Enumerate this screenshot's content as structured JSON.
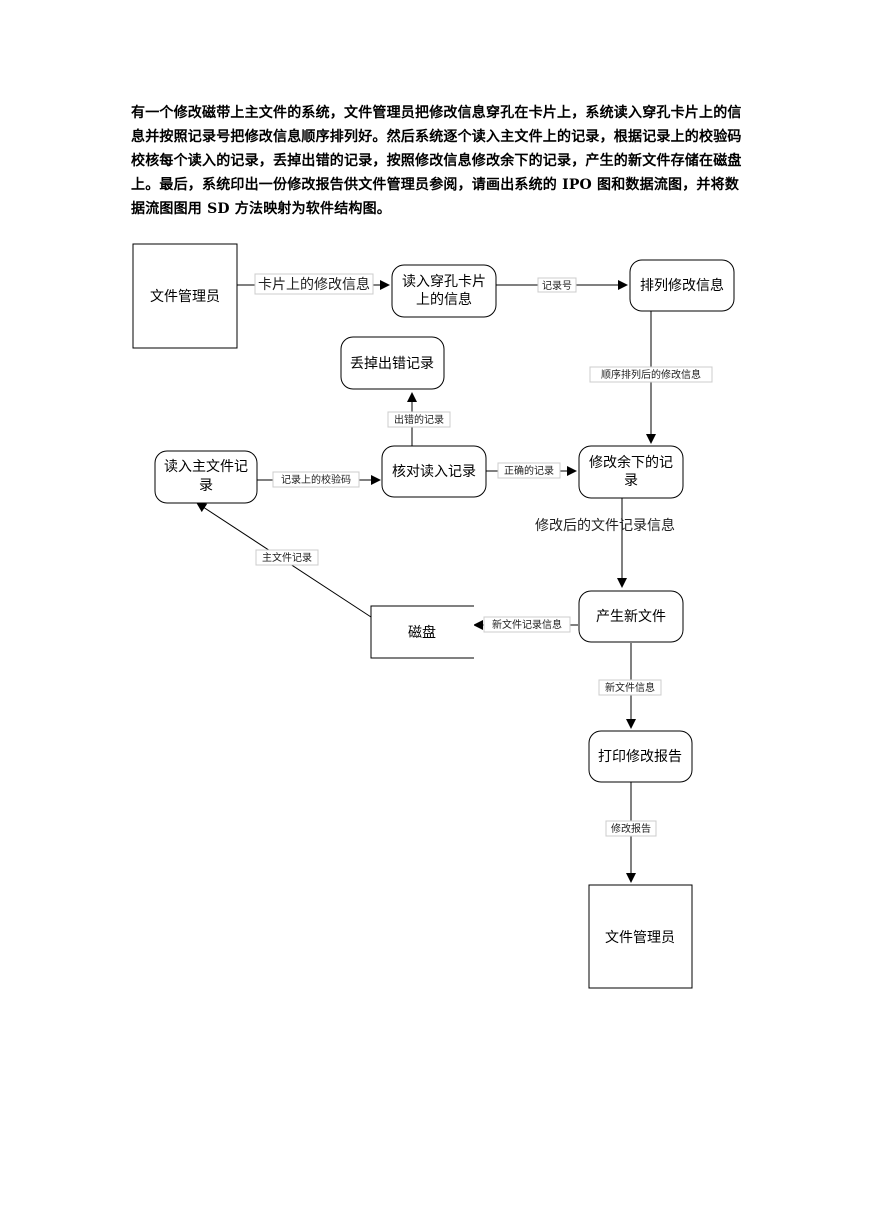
{
  "question": "有一个修改磁带上主文件的系统，文件管理员把修改信息穿孔在卡片上，系统读入穿孔卡片上的信息并按照记录号把修改信息顺序排列好。然后系统逐个读入主文件上的记录，根据记录上的校验码校核每个读入的记录，丢掉出错的记录，按照修改信息修改余下的记录，产生的新文件存储在磁盘上。最后，系统印出一份修改报告供文件管理员参阅，请画出系统的 IPO 图和数据流图，并将数据流图图用 SD 方法映射为软件结构图。",
  "nodes": {
    "admin_top": "文件管理员",
    "read_card_1": "读入穿孔卡片",
    "read_card_2": "上的信息",
    "sort": "排列修改信息",
    "discard": "丢掉出错记录",
    "read_master_1": "读入主文件记",
    "read_master_2": "录",
    "verify": "核对读入记录",
    "modify_1": "修改余下的记",
    "modify_2": "录",
    "newfile": "产生新文件",
    "disk": "磁盘",
    "print": "打印修改报告",
    "admin_bottom": "文件管理员"
  },
  "edges": {
    "card_info": "卡片上的修改信息",
    "record_no": "记录号",
    "sorted_info": "顺序排列后的修改信息",
    "error_records": "出错的记录",
    "checksum": "记录上的校验码",
    "correct_records": "正确的记录",
    "modified_info": "修改后的文件记录信息",
    "master_records": "主文件记录",
    "new_record_info": "新文件记录信息",
    "new_file_info": "新文件信息",
    "report": "修改报告"
  }
}
